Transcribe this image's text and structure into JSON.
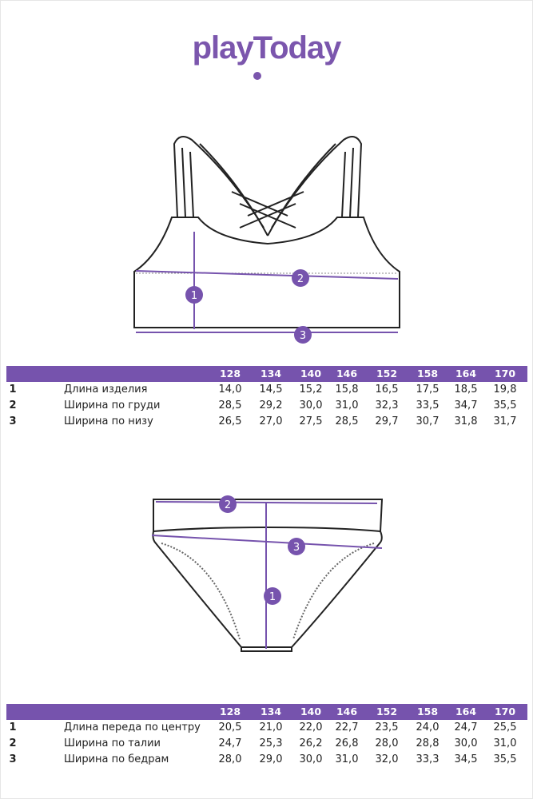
{
  "brand": {
    "logo_text": "playToday"
  },
  "top": {
    "sizes": [
      "128",
      "134",
      "140",
      "146",
      "152",
      "158",
      "164",
      "170"
    ],
    "rows": [
      {
        "num": "1",
        "label": "Длина изделия",
        "values": [
          "14,0",
          "14,5",
          "15,2",
          "15,8",
          "16,5",
          "17,5",
          "18,5",
          "19,8"
        ]
      },
      {
        "num": "2",
        "label": "Ширина по груди",
        "values": [
          "28,5",
          "29,2",
          "30,0",
          "31,0",
          "32,3",
          "33,5",
          "34,7",
          "35,5"
        ]
      },
      {
        "num": "3",
        "label": "Ширина по низу",
        "values": [
          "26,5",
          "27,0",
          "27,5",
          "28,5",
          "29,7",
          "30,7",
          "31,8",
          "31,7"
        ]
      }
    ],
    "markers": [
      "1",
      "2",
      "3"
    ]
  },
  "bottom": {
    "sizes": [
      "128",
      "134",
      "140",
      "146",
      "152",
      "158",
      "164",
      "170"
    ],
    "rows": [
      {
        "num": "1",
        "label": "Длина переда по центру",
        "values": [
          "20,5",
          "21,0",
          "22,0",
          "22,7",
          "23,5",
          "24,0",
          "24,7",
          "25,5"
        ]
      },
      {
        "num": "2",
        "label": "Ширина по талии",
        "values": [
          "24,7",
          "25,3",
          "26,2",
          "26,8",
          "28,0",
          "28,8",
          "30,0",
          "31,0"
        ]
      },
      {
        "num": "3",
        "label": "Ширина по бедрам",
        "values": [
          "28,0",
          "29,0",
          "30,0",
          "31,0",
          "32,0",
          "33,3",
          "34,5",
          "35,5"
        ]
      }
    ],
    "markers": [
      "1",
      "2",
      "3"
    ]
  },
  "colors": {
    "accent": "#7653ad"
  }
}
